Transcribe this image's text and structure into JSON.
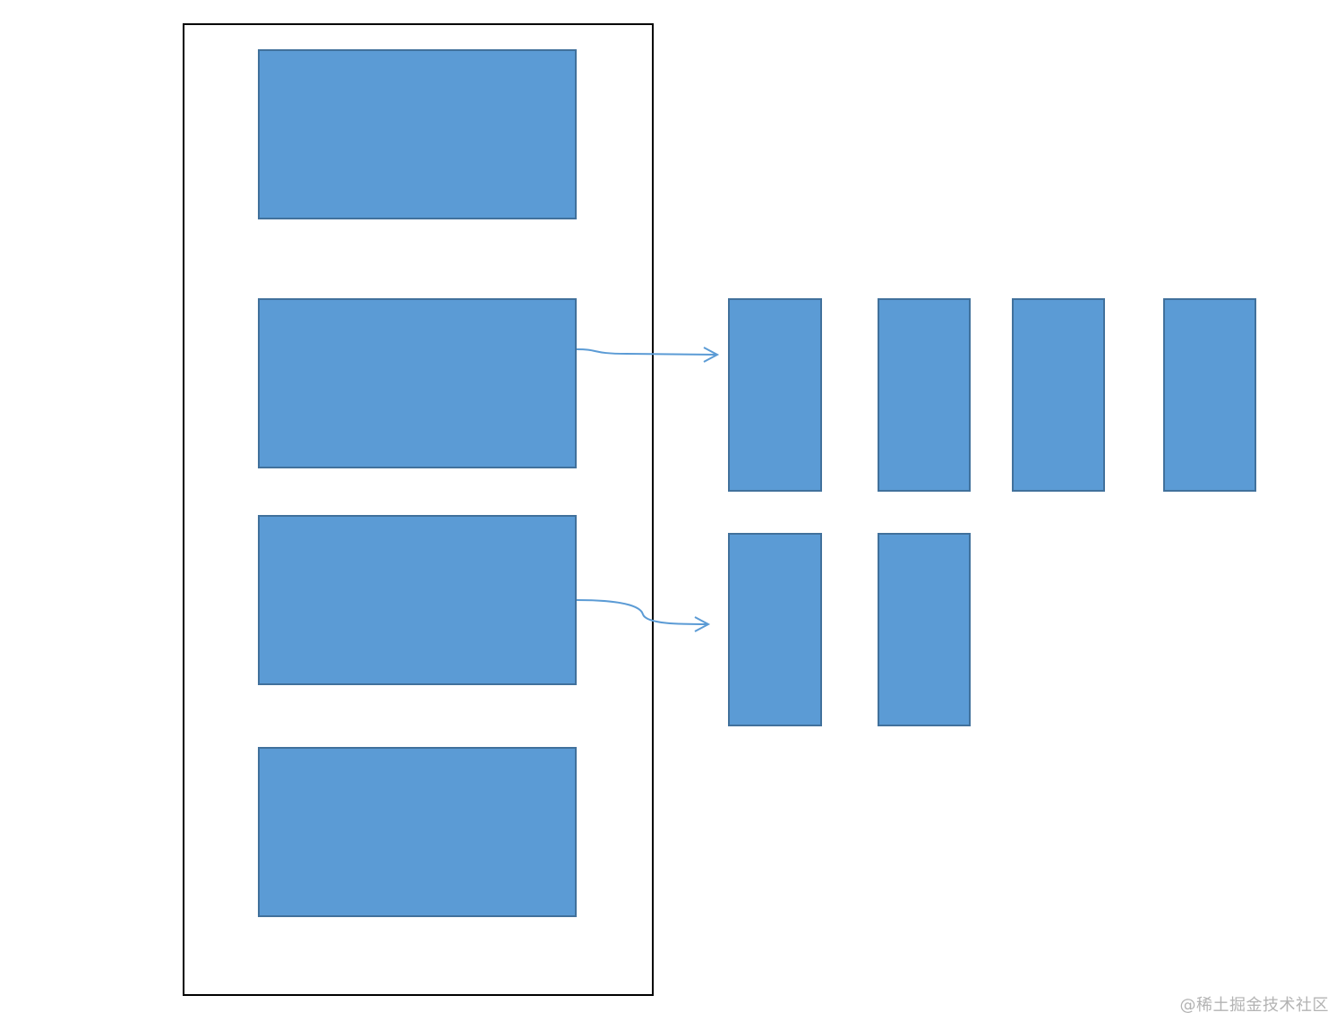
{
  "diagram": {
    "colors": {
      "block_fill": "#5b9bd5",
      "block_border": "#41719c",
      "outline": "#000000",
      "arrow": "#5b9bd5"
    },
    "container": {
      "slots": 4
    },
    "detail_rows": [
      {
        "source_slot": 2,
        "blocks": 4
      },
      {
        "source_slot": 3,
        "blocks": 2
      }
    ]
  },
  "watermark": {
    "text": "@稀土掘金技术社区"
  }
}
